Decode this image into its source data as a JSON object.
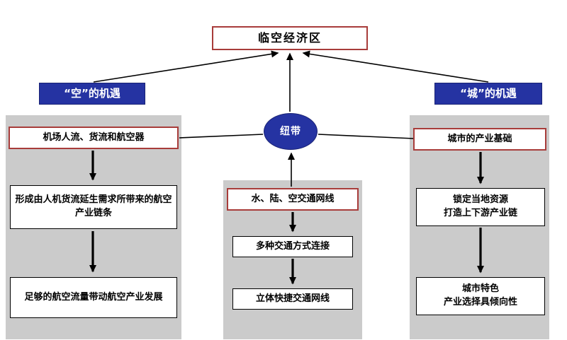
{
  "colors": {
    "accent_blue": "#2533A2",
    "accent_red": "#A83C3A",
    "column_bg": "#CBCBCB"
  },
  "diagram": {
    "title": "临空经济区",
    "hub": "纽带",
    "left_header": "“空”的机遇",
    "right_header": "“城”的机遇",
    "left": {
      "source": "机场人流、货流和航空器",
      "step1": "形成由人机货流延生需求所带来的航空产业链条",
      "step2": "足够的航空流量带动航空产业发展"
    },
    "middle": {
      "source": "水、陆、空交通网线",
      "step1": "多种交通方式连接",
      "step2": "立体快捷交通网线"
    },
    "right": {
      "source": "城市的产业基础",
      "step1": "锁定当地资源\n打造上下游产业链",
      "step2": "城市特色\n产业选择具倾向性"
    }
  }
}
